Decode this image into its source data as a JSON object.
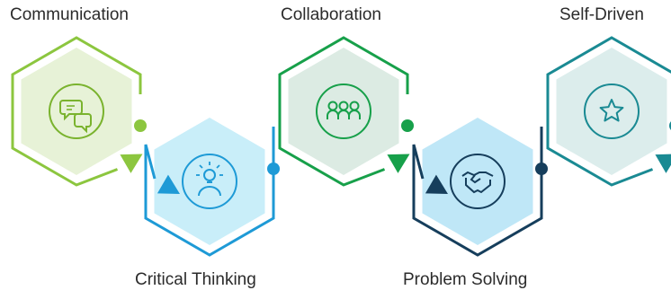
{
  "steps": [
    {
      "label": "Communication",
      "icon": "chat-bubbles-icon",
      "outline": "#8cc63f",
      "fill": "#e7f2d7",
      "iconColor": "#7ab32e"
    },
    {
      "label": "Critical Thinking",
      "icon": "lightbulb-person-icon",
      "outline": "#1e9ad6",
      "fill": "#c9eef9",
      "iconColor": "#1e9ad6"
    },
    {
      "label": "Collaboration",
      "icon": "group-people-icon",
      "outline": "#17a04a",
      "fill": "#dcebe3",
      "iconColor": "#17a04a"
    },
    {
      "label": "Problem Solving",
      "icon": "handshake-icon",
      "outline": "#163e5c",
      "fill": "#bfe7f7",
      "iconColor": "#163e5c"
    },
    {
      "label": "Self-Driven",
      "icon": "star-icon",
      "outline": "#1a8a93",
      "fill": "#dcedec",
      "iconColor": "#1a8a93"
    }
  ]
}
